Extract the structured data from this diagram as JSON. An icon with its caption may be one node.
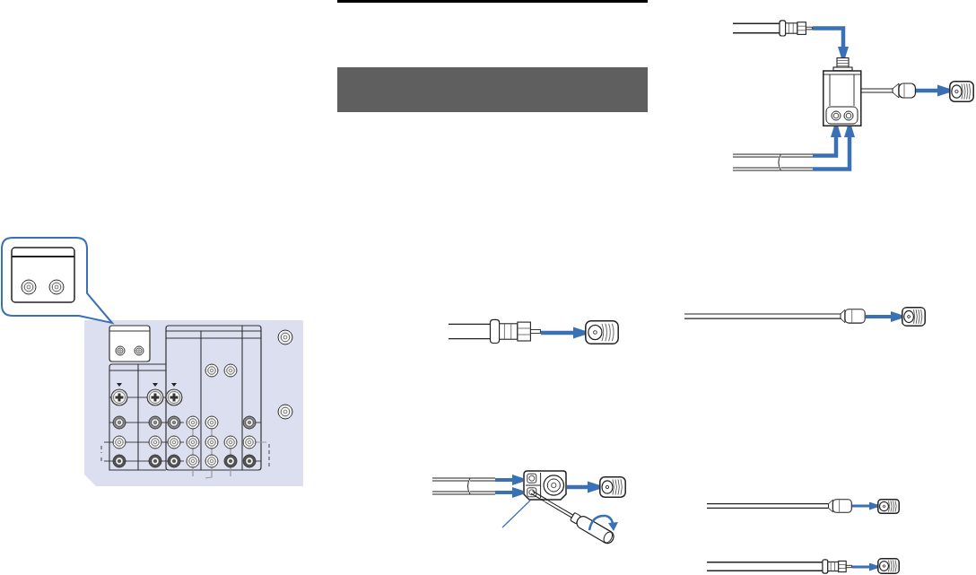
{
  "diagram": {
    "nodes": [
      {
        "text": [],
        "shape": "bar"
      },
      {
        "text": [],
        "shape": "picture"
      },
      {
        "text": [],
        "shape": "picture"
      },
      {
        "text": [],
        "shape": "picture"
      },
      {
        "text": [],
        "shape": "picture"
      },
      {
        "text": [],
        "shape": "picture"
      },
      {
        "text": [],
        "shape": "picture"
      },
      {
        "text": [],
        "shape": "picture"
      },
      {
        "text": [],
        "shape": "picture"
      },
      {
        "text": [],
        "shape": "picture"
      },
      {
        "text": [],
        "shape": "picture"
      },
      {
        "text": [],
        "shape": "picture"
      },
      {
        "text": [],
        "shape": "picture"
      },
      {
        "text": [],
        "shape": "picture"
      },
      {
        "text": [],
        "shape": "picture"
      },
      {
        "text": [],
        "shape": "picture"
      }
    ],
    "edges": [
      {
        "from": 1,
        "to": 2,
        "arrow": "to"
      },
      {
        "from": 3,
        "to": 4,
        "arrow": "to"
      },
      {
        "from": 3,
        "to": 4,
        "arrow": "to"
      },
      {
        "from": 4,
        "to": 5,
        "arrow": "to"
      },
      {
        "from": null,
        "to": 4,
        "arrow": "none"
      },
      {
        "from": 6,
        "to": 7,
        "arrow": "to"
      },
      {
        "from": 8,
        "to": 7,
        "arrow": "to"
      },
      {
        "from": 8,
        "to": 7,
        "arrow": "to"
      },
      {
        "from": 7,
        "to": 9,
        "arrow": "to"
      },
      {
        "from": 10,
        "to": 11,
        "arrow": "to"
      },
      {
        "from": 12,
        "to": 13,
        "arrow": "to"
      },
      {
        "from": 14,
        "to": 15,
        "arrow": "to"
      }
    ]
  }
}
